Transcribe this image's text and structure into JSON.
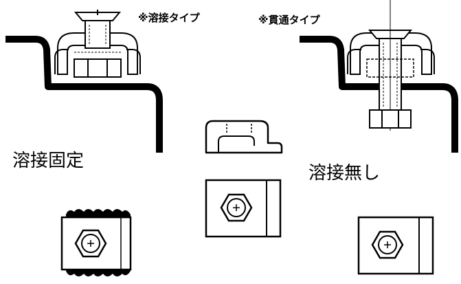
{
  "labels": {
    "welded_type": "※溶接タイプ",
    "through_type": "※貫通タイプ",
    "welded_fixed": "溶接固定",
    "no_welding": "溶接無し"
  }
}
